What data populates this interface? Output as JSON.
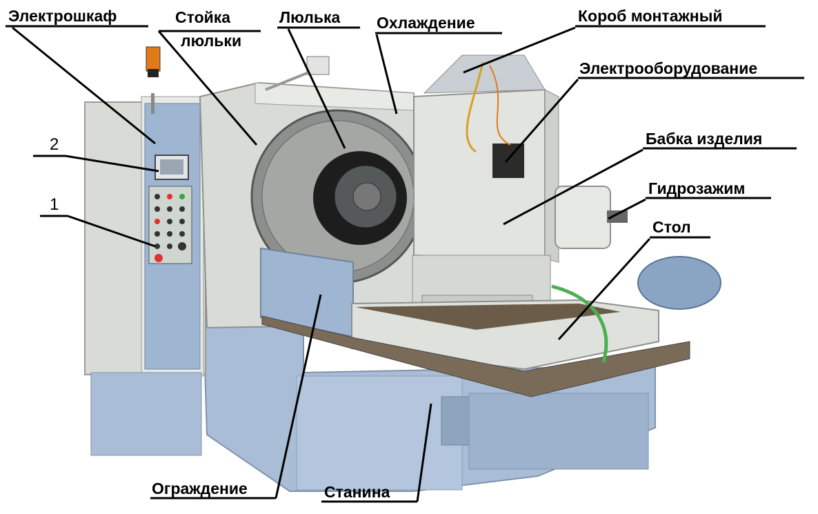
{
  "labels": {
    "electrical_cabinet": "Электрошкаф",
    "cradle_stand_line1": "Стойка",
    "cradle_stand_line2": "люльки",
    "cradle": "Люлька",
    "cooling": "Охлаждение",
    "mounting_box": "Короб монтажный",
    "electrical_equipment": "Электрооборудование",
    "workpiece_head": "Бабка изделия",
    "hydraulic_clamp": "Гидрозажим",
    "table": "Стол",
    "guard": "Ограждение",
    "bed": "Станина",
    "callout_1": "1",
    "callout_2": "2"
  },
  "colors": {
    "base_blue": "#a9bdd6",
    "body_gray": "#d9dcd6",
    "cabinet_blue": "#9fb6d3",
    "tray_dark": "#6b5c4a",
    "hose_green": "#4caf50",
    "lamp_orange": "#e07b1a"
  }
}
